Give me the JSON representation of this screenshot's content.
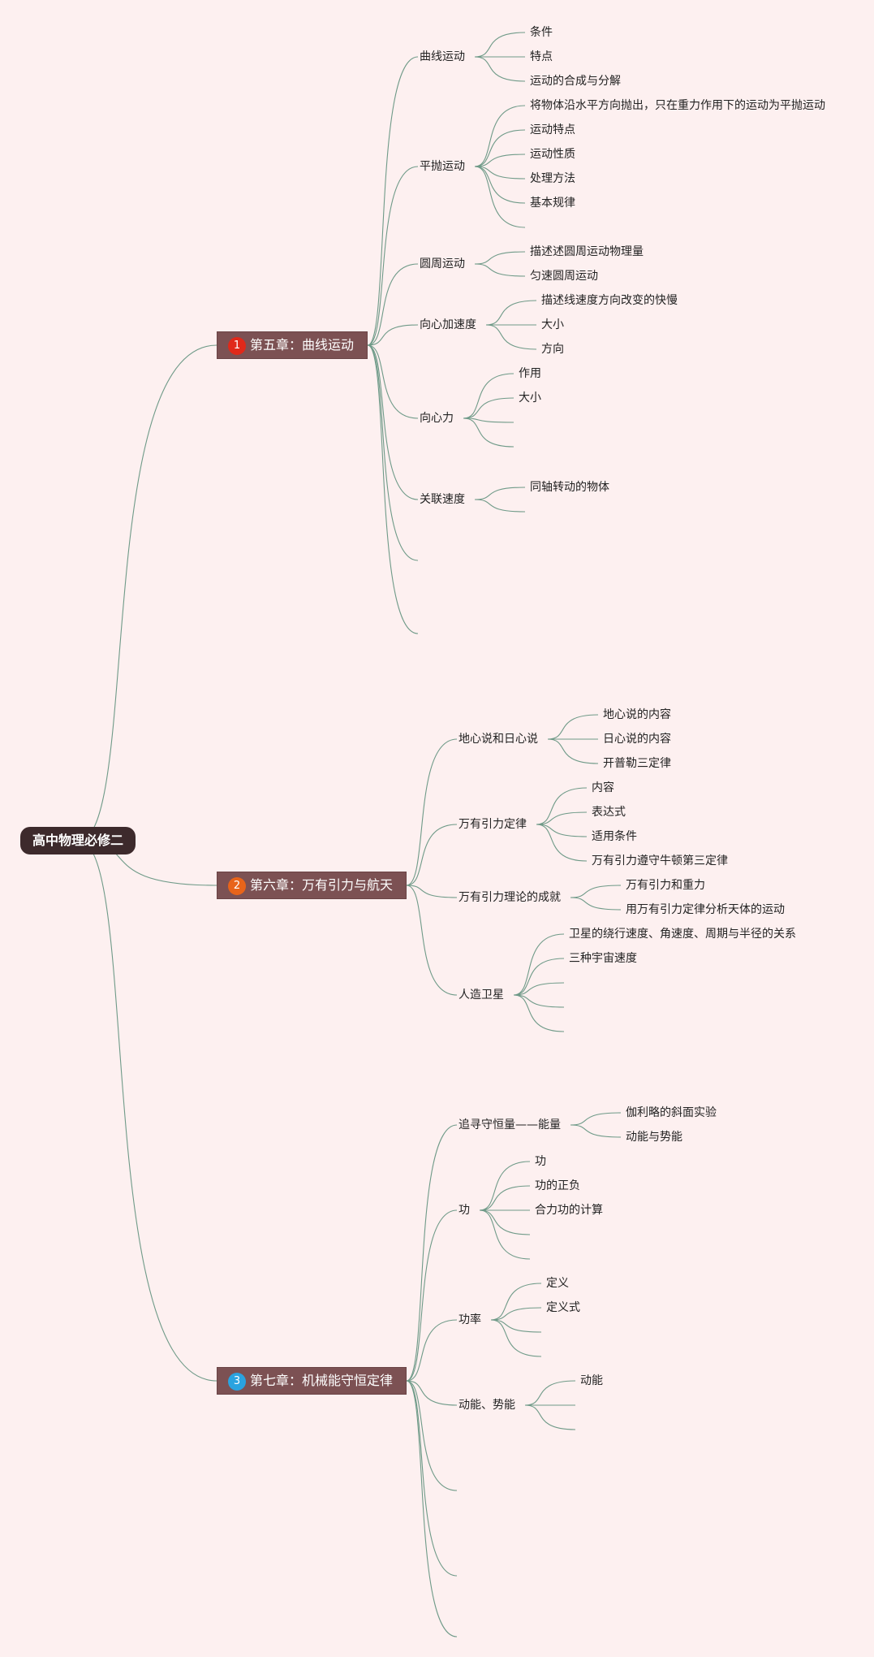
{
  "root": "高中物理必修二",
  "colors": {
    "background": "#fdf0f0",
    "root": "#3d2a2c",
    "chapter": "#7c5153",
    "line": "#6f9a88",
    "badge1": "#e0291a",
    "badge2": "#e8641a",
    "badge3": "#2aa3e0"
  },
  "chapters": [
    {
      "badge": "1",
      "title": "第五章：曲线运动",
      "topics": [
        {
          "label": "曲线运动",
          "children": [
            "条件",
            "特点",
            "运动的合成与分解"
          ]
        },
        {
          "label": "平抛运动",
          "children": [
            "将物体沿水平方向抛出，只在重力作用下的运动为平抛运动",
            "运动特点",
            "运动性质",
            "处理方法",
            "基本规律",
            ""
          ]
        },
        {
          "label": "圆周运动",
          "children": [
            "描述述圆周运动物理量",
            "匀速圆周运动"
          ]
        },
        {
          "label": "向心加速度",
          "children": [
            "描述线速度方向改变的快慢",
            "大小",
            "方向"
          ]
        },
        {
          "label": "向心力",
          "children": [
            "作用",
            "大小",
            "",
            ""
          ]
        },
        {
          "label": "关联速度",
          "children": [
            "同轴转动的物体",
            ""
          ]
        },
        {
          "label": "",
          "children": []
        },
        {
          "label": "",
          "children": []
        }
      ]
    },
    {
      "badge": "2",
      "title": "第六章：万有引力与航天",
      "topics": [
        {
          "label": "地心说和日心说",
          "children": [
            "地心说的内容",
            "日心说的内容",
            "开普勒三定律"
          ]
        },
        {
          "label": "万有引力定律",
          "children": [
            "内容",
            "表达式",
            "适用条件",
            "万有引力遵守牛顿第三定律"
          ]
        },
        {
          "label": "万有引力理论的成就",
          "children": [
            "万有引力和重力",
            "用万有引力定律分析天体的运动"
          ]
        },
        {
          "label": "人造卫星",
          "children": [
            "卫星的绕行速度、角速度、周期与半径的关系",
            "三种宇宙速度",
            "",
            "",
            ""
          ]
        }
      ]
    },
    {
      "badge": "3",
      "title": "第七章：机械能守恒定律",
      "topics": [
        {
          "label": "追寻守恒量——能量",
          "children": [
            "伽利略的斜面实验",
            "动能与势能"
          ]
        },
        {
          "label": "功",
          "children": [
            "功",
            "功的正负",
            "合力功的计算",
            "",
            ""
          ]
        },
        {
          "label": "功率",
          "children": [
            "定义",
            "定义式",
            "",
            ""
          ]
        },
        {
          "label": "动能、势能",
          "children": [
            "动能",
            "",
            ""
          ]
        },
        {
          "label": "",
          "children": []
        },
        {
          "label": "",
          "children": []
        },
        {
          "label": "",
          "children": []
        }
      ]
    }
  ]
}
